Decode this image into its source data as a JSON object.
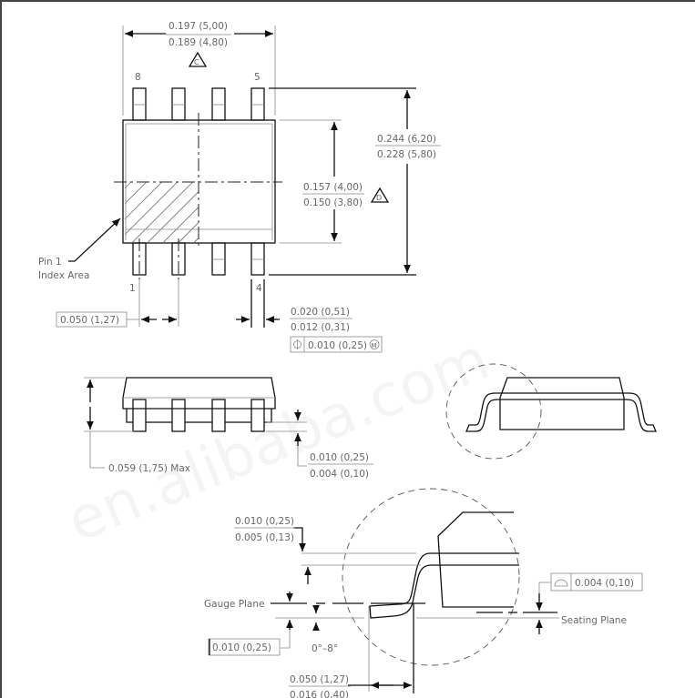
{
  "top_view": {
    "width_max": "0.197 (5,00)",
    "width_min": "0.189 (4,80)",
    "note_c": "C",
    "pin_8": "8",
    "pin_5": "5",
    "pin_1": "1",
    "pin_4": "4",
    "overall_max": "0.244 (6,20)",
    "overall_min": "0.228 (5,80)",
    "body_max": "0.157 (4,00)",
    "body_min": "0.150 (3,80)",
    "note_d": "D",
    "pin1_label_line1": "Pin 1",
    "pin1_label_line2": "Index Area",
    "pitch": "0.050 (1,27)",
    "lead_width_max": "0.020 (0,51)",
    "lead_width_min": "0.012 (0,31)",
    "position_tolerance": "0.010 (0,25)",
    "mmc_symbol": "M"
  },
  "side_view": {
    "height_max": "0.059 (1,75) Max",
    "standoff_max": "0.010 (0,25)",
    "standoff_min": "0.004 (0,10)"
  },
  "detail": {
    "lead_thickness_max": "0.010 (0,25)",
    "lead_thickness_min": "0.005 (0,13)",
    "gauge_plane": "Gauge Plane",
    "gauge_height": "0.010 (0,25)",
    "angle": "0°–8°",
    "foot_length_max": "0.050 (1,27)",
    "foot_length_min": "0.016 (0,40)",
    "coplanarity": "0.004 (0,10)",
    "seating_plane": "Seating Plane"
  },
  "watermark": "en.alibaba.com"
}
